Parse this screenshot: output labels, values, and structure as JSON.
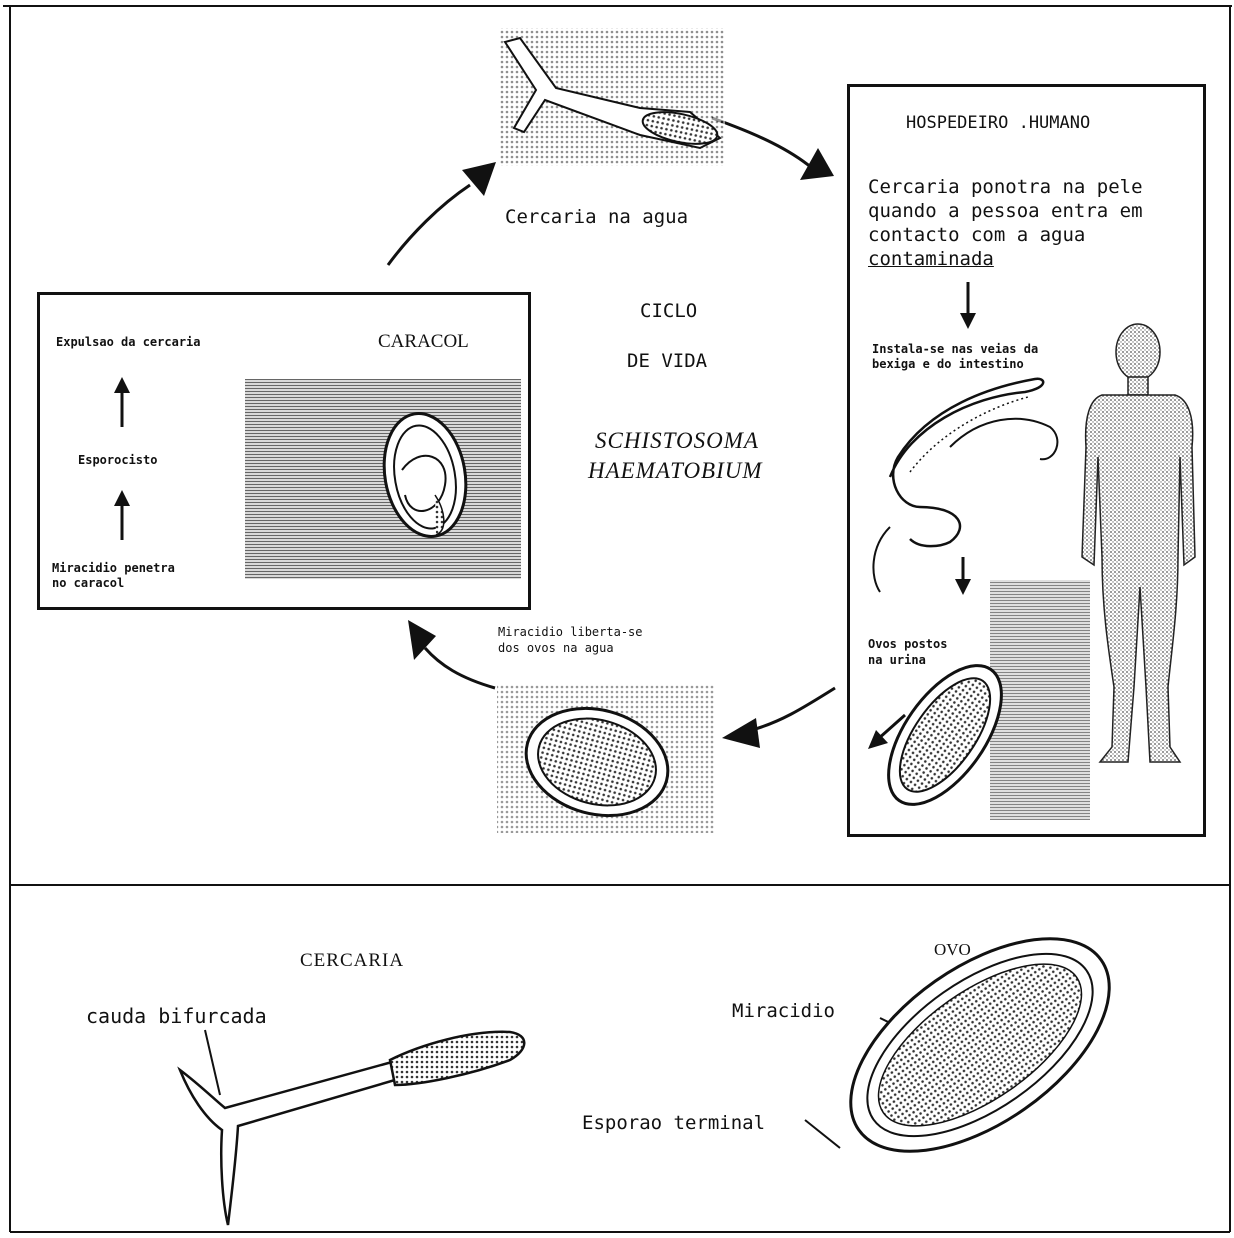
{
  "cycle": {
    "title_line1": "CICLO",
    "title_line2": "DE VIDA",
    "species_line1": "SCHISTOSOMA",
    "species_line2": "HAEMATOBIUM"
  },
  "cercaria_water": {
    "caption": "Cercaria na agua"
  },
  "human_host": {
    "heading": "HOSPEDEIRO .HUMANO",
    "text_lines": [
      "Cercaria ponotra na pele",
      "quando a pessoa entra em",
      "contacto com a  agua",
      "contaminada"
    ],
    "veins_line1": "Instala-se nas veias da",
    "veins_line2": "bexiga e do intestino",
    "eggs_line1": "Ovos postos",
    "eggs_line2": "na urina"
  },
  "snail": {
    "heading": "CARACOL",
    "expulsion": "Expulsao da cercaria",
    "sporocyst": "Esporocisto",
    "miracidium_line1": "Miracidio penetra",
    "miracidium_line2": "no caracol"
  },
  "miracidium_release": {
    "line1": "Miracidio liberta-se",
    "line2": "dos ovos na agua"
  },
  "bottom": {
    "cercaria_title": "CERCARIA",
    "tail_label": "cauda bifurcada",
    "egg_title": "OVO",
    "miracidium_label": "Miracidio",
    "spur_label": "Esporao terminal"
  },
  "colors": {
    "ink": "#111111",
    "stipple": "#9a9a9a",
    "paper": "#ffffff"
  }
}
